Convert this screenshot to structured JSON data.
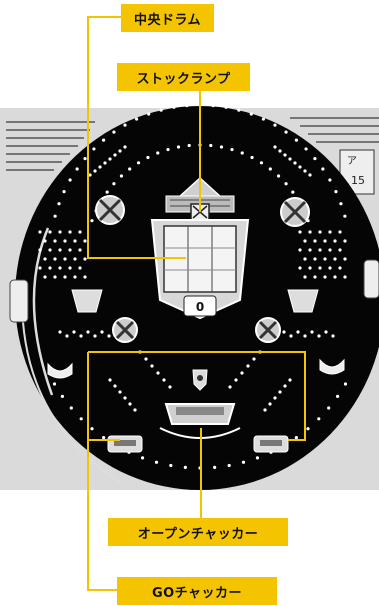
{
  "callouts": {
    "center_drum": "中央ドラム",
    "stock_lamp": "ストックランプ",
    "open_chucker": "オープンチャッカー",
    "go_chucker": "GOチャッカー"
  },
  "board": {
    "corner_marks": "ア",
    "corner_number": "15",
    "center_slot": "0"
  },
  "colors": {
    "label_bg": "#f5c400",
    "leader_line": "#f5c400",
    "board_bg": "#050505",
    "pins": "#ffffff"
  }
}
